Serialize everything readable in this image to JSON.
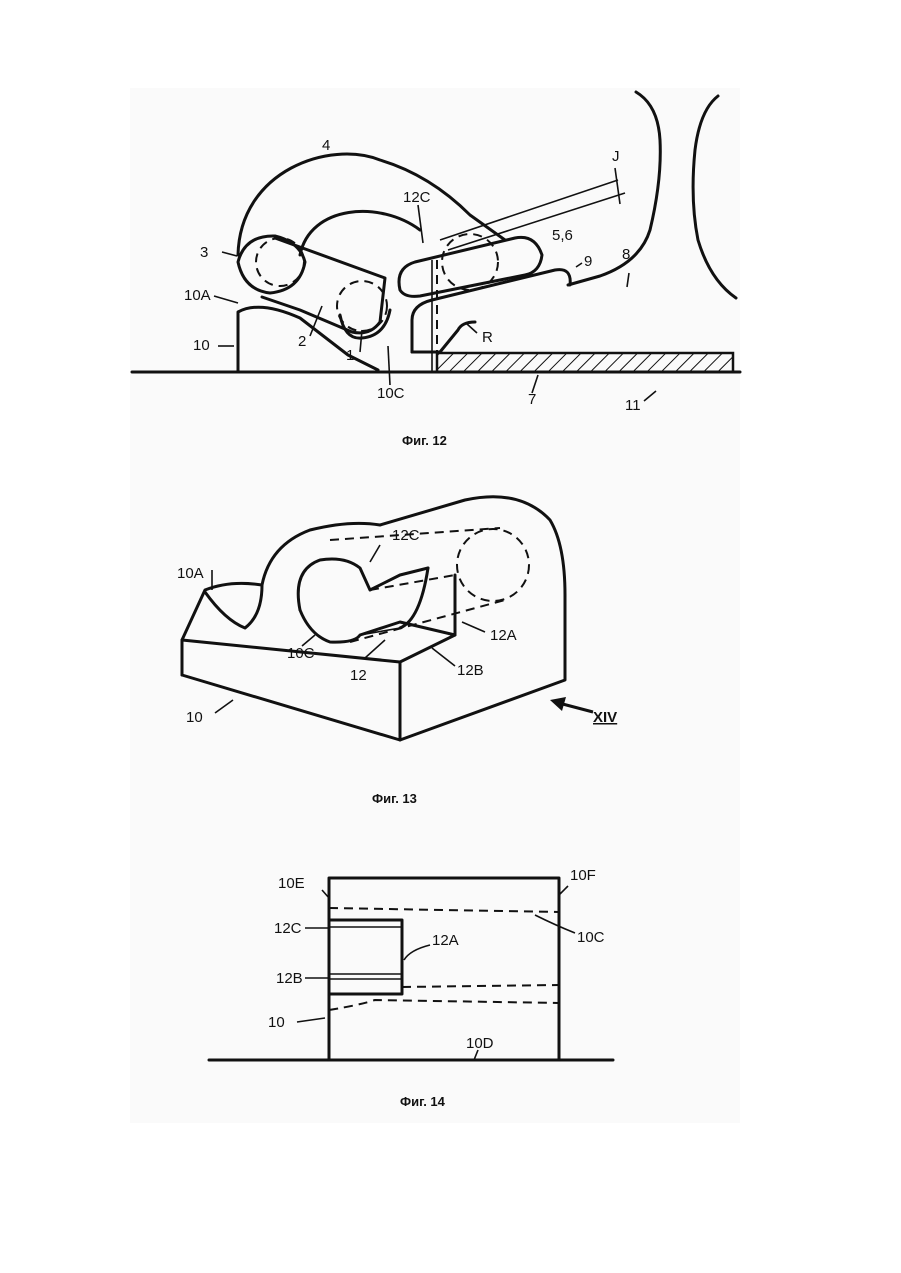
{
  "figures": [
    {
      "caption": "Фиг. 12",
      "labels": {
        "l4": "4",
        "lJ": "J",
        "l12C": "12C",
        "l56": "5,6",
        "l3": "3",
        "l9": "9",
        "l8": "8",
        "l10A": "10A",
        "lR": "R",
        "l10": "10",
        "l2": "2",
        "l1": "1",
        "l10C": "10C",
        "l7": "7",
        "l11": "11"
      }
    },
    {
      "caption": "Фиг. 13",
      "labels": {
        "l10A": "10A",
        "l12C": "12C",
        "l10C": "10C",
        "l12A": "12A",
        "l12": "12",
        "l12B": "12B",
        "l10": "10",
        "lXIV": "XIV"
      }
    },
    {
      "caption": "Фиг. 14",
      "labels": {
        "l10E": "10E",
        "l10F": "10F",
        "l12C": "12C",
        "l12A": "12A",
        "l10C": "10C",
        "l12B": "12B",
        "l10": "10",
        "l10D": "10D"
      }
    }
  ]
}
